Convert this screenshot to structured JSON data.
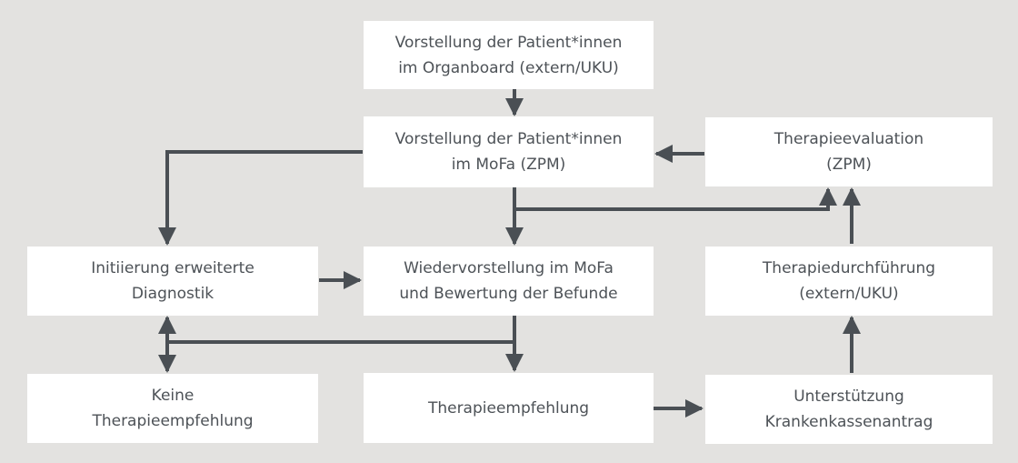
{
  "diagram": {
    "colors": {
      "background": "#e3e2e0",
      "box": "#ffffff",
      "text": "#4d5257",
      "arrow": "#4a4f54"
    },
    "boxes": {
      "organboard": {
        "line1": "Vorstellung der Patient*innen",
        "line2": "im Organboard (extern/UKU)"
      },
      "mofa": {
        "line1": "Vorstellung der Patient*innen",
        "line2": "im MoFa (ZPM)"
      },
      "evaluation": {
        "line1": "Therapieevaluation",
        "line2": "(ZPM)"
      },
      "diagnostik": {
        "line1": "Initiierung erweiterte",
        "line2": "Diagnostik"
      },
      "wiedervorstellung": {
        "line1": "Wiedervorstellung im MoFa",
        "line2": "und Bewertung der Befunde"
      },
      "durchfuehrung": {
        "line1": "Therapiedurchführung",
        "line2": "(extern/UKU)"
      },
      "keine": {
        "line1": "Keine",
        "line2": "Therapieempfehlung"
      },
      "empfehlung": {
        "line1": "Therapieempfehlung"
      },
      "unterstuetzung": {
        "line1": "Unterstützung",
        "line2": "Krankenkassenantrag"
      }
    },
    "connections": [
      {
        "from": "organboard",
        "to": "mofa"
      },
      {
        "from": "mofa",
        "to": "diagnostik"
      },
      {
        "from": "mofa",
        "to": "wiedervorstellung"
      },
      {
        "from": "mofa",
        "to": "evaluation"
      },
      {
        "from": "evaluation",
        "to": "mofa"
      },
      {
        "from": "diagnostik",
        "to": "wiedervorstellung"
      },
      {
        "from": "wiedervorstellung",
        "to": "empfehlung"
      },
      {
        "from": "wiedervorstellung",
        "to": "diagnostik"
      },
      {
        "from": "wiedervorstellung",
        "to": "keine"
      },
      {
        "from": "empfehlung",
        "to": "unterstuetzung"
      },
      {
        "from": "unterstuetzung",
        "to": "durchfuehrung"
      },
      {
        "from": "durchfuehrung",
        "to": "evaluation"
      }
    ]
  }
}
